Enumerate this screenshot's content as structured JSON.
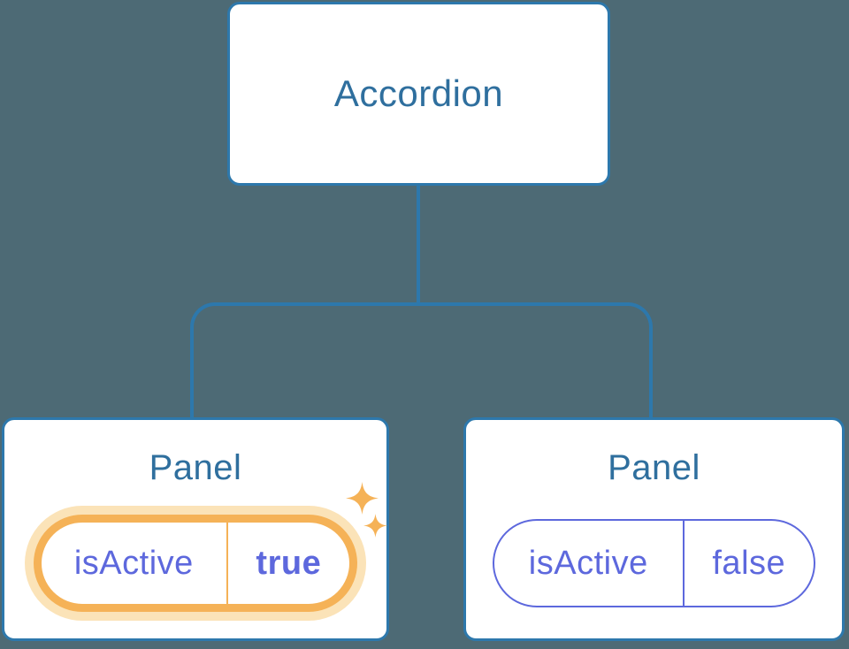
{
  "diagram": {
    "type": "component-tree",
    "root": {
      "label": "Accordion"
    },
    "children": [
      {
        "label": "Panel",
        "prop_name": "isActive",
        "prop_value": "true",
        "highlighted": true,
        "icons": [
          "sparkle-icon-large",
          "sparkle-icon-small"
        ]
      },
      {
        "label": "Panel",
        "prop_name": "isActive",
        "prop_value": "false",
        "highlighted": false,
        "icons": []
      }
    ]
  },
  "colors": {
    "background": "#4d6a75",
    "node_border": "#2d78ac",
    "node_fill": "#ffffff",
    "node_label_text": "#2f6f9e",
    "connector": "#2d78ac",
    "prop_text": "#5d68dd",
    "prop_border_inactive": "#5d68dd",
    "highlight_border": "#f5b257",
    "highlight_glow": "#fbe3b8",
    "sparkle": "#f5b257"
  }
}
